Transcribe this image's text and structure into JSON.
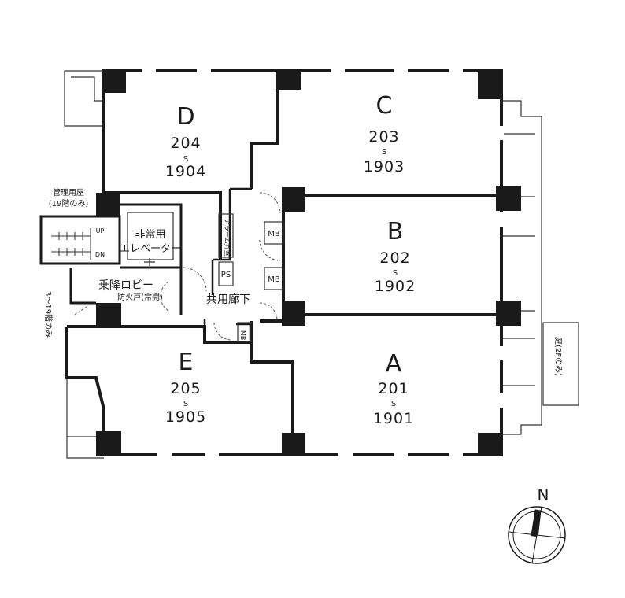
{
  "units": [
    {
      "id": "D",
      "from": "204",
      "sep": "S",
      "to": "1904"
    },
    {
      "id": "C",
      "from": "203",
      "sep": "S",
      "to": "1903"
    },
    {
      "id": "B",
      "from": "202",
      "sep": "S",
      "to": "1902"
    },
    {
      "id": "A",
      "from": "201",
      "sep": "S",
      "to": "1901"
    },
    {
      "id": "E",
      "from": "205",
      "sep": "S",
      "to": "1905"
    }
  ],
  "labels": {
    "management_room": "管理用屋",
    "management_note": "(19階のみ)",
    "emergency_elevator_1": "非常用",
    "emergency_elevator_2": "エレベーター",
    "boarding_lobby": "乗降ロビー",
    "fire_door": "防火戸(常開)",
    "corridor": "共用廊下",
    "alarm_valve": "アラーム弁室",
    "ps": "PS",
    "mb": "MB",
    "mb_vertical": "MB",
    "floors_note": "3〜19階のみ",
    "garden_note": "庭(2Fのみ)",
    "stairs_up": "UP",
    "stairs_dn": "DN",
    "north": "N"
  },
  "colors": {
    "wall": "#1a1a1a",
    "line": "#2a2a2a",
    "paper": "#ffffff"
  }
}
